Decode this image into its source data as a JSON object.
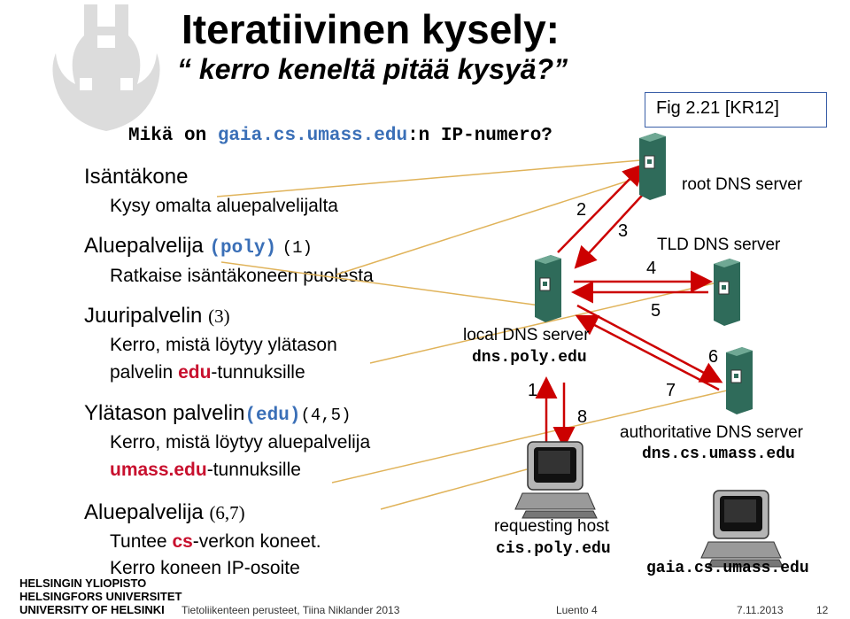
{
  "title": {
    "line1": "Iteratiivinen kysely:",
    "line2": "“ kerro keneltä pitää kysyä?”"
  },
  "question": {
    "prefix": "Mikä on ",
    "host": "gaia.cs.umass.edu",
    "suffix": ":n IP-numero?"
  },
  "bullets": {
    "host_title": "Isäntäkone",
    "host_desc": "Kysy omalta aluepalvelijalta",
    "local_title": "Aluepalvelija",
    "local_code": "(poly)",
    "local_step": "(1)",
    "local_desc": "Ratkaise isäntäkoneen puolesta",
    "root_title": "Juuripalvelin",
    "root_step": "(3)",
    "root_desc1": "Kerro, mistä löytyy ylätason",
    "root_desc2_pre": "palvelin ",
    "root_desc2_hl": "edu",
    "root_desc2_post": "-tunnuksille",
    "tld_title": "Ylätason palvelin",
    "tld_code": "(edu)",
    "tld_step": "(4,5)",
    "tld_desc1": "Kerro, mistä löytyy aluepalvelija",
    "tld_desc2_hl": "umass.edu",
    "tld_desc2_post": "-tunnuksille",
    "auth_title": "Aluepalvelija",
    "auth_step": "(6,7)",
    "auth_desc1_pre": "Tuntee ",
    "auth_desc1_hl": "cs",
    "auth_desc1_post": "-verkon koneet.",
    "auth_desc2": "Kerro koneen IP-osoite"
  },
  "figure_ref": "Fig 2.21 [KR12]",
  "diagram": {
    "root_label": "root DNS server",
    "tld_label": "TLD DNS server",
    "local_label": "local DNS server",
    "local_name": "dns.poly.edu",
    "auth_label": "authoritative DNS server",
    "auth_name": "dns.cs.umass.edu",
    "req_label": "requesting host",
    "req_name": "cis.poly.edu",
    "gaia_name": "gaia.cs.umass.edu",
    "steps": [
      "1",
      "2",
      "3",
      "4",
      "5",
      "6",
      "7",
      "8"
    ]
  },
  "footer": {
    "course": "Tietoliikenteen perusteet, Tiina Niklander 2013",
    "lecture": "Luento 4",
    "date": "7.11.2013",
    "page": "12"
  },
  "logo": {
    "line1": "HELSINGIN YLIOPISTO",
    "line2": "HELSINGFORS UNIVERSITET",
    "line3": "UNIVERSITY OF HELSINKI"
  },
  "colors": {
    "accent_blue": "#3a6fb7",
    "highlight_red": "#c8102e",
    "arrow_red": "#cc0000",
    "connector": "#e0b35a",
    "server_green": "#2f6b5a"
  }
}
